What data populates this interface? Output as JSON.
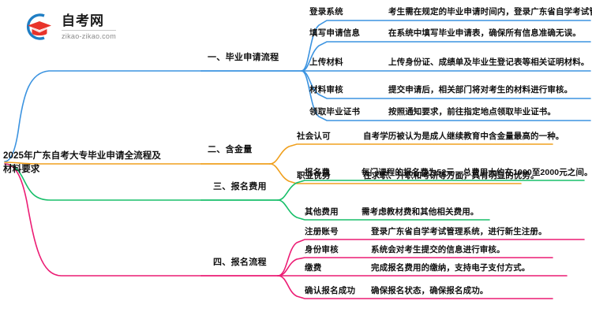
{
  "logo": {
    "name_cn": "自考网",
    "url": "zikao-zikao.com",
    "mark_icon": "graduation-cap-icon",
    "arc_color": "#1f7ec4",
    "cap_color": "#e8332a"
  },
  "central_topic": "2025年广东自考大专毕业申请全流程及材料要求",
  "branches": [
    {
      "label": "一、毕业申请流程",
      "color": "#3b93e0",
      "items": [
        {
          "key": "登录系统",
          "value": "考生需在规定的毕业申请时间内，登录广东省自学考试管理系统。"
        },
        {
          "key": "填写申请信息",
          "value": "在系统中填写毕业申请表，确保所有信息准确无误。"
        },
        {
          "key": "上传材料",
          "value": "上传身份证、成绩单及毕业生登记表等相关证明材料。"
        },
        {
          "key": "材料审核",
          "value": "提交申请后，相关部门将对考生的材料进行审核。"
        },
        {
          "key": "领取毕业证书",
          "value": "按照通知要求，前往指定地点领取毕业证书。"
        }
      ]
    },
    {
      "label": "二、含金量",
      "color": "#f0a01e",
      "items": [
        {
          "key": "社会认可",
          "value": "自考学历被认为是成人继续教育中含金量最高的一种。"
        },
        {
          "key": "职业优势",
          "value": "在求职、升职和考研等方面，具有明显的优势。"
        }
      ]
    },
    {
      "label": "三、报名费用",
      "color": "#18bf6a",
      "items": [
        {
          "key": "报名费",
          "value": "每门课程的报名费为52元，总费用大约在1000至2000元之间。"
        },
        {
          "key": "其他费用",
          "value": "需考虑教材费和其他相关费用。"
        }
      ]
    },
    {
      "label": "四、报名流程",
      "color": "#ec1c74",
      "items": [
        {
          "key": "注册账号",
          "value": "登录广东省自学考试管理系统，进行新生注册。"
        },
        {
          "key": "身份审核",
          "value": "系统会对考生提交的信息进行审核。"
        },
        {
          "key": "缴费",
          "value": "完成报名费用的缴纳，支持电子支付方式。"
        },
        {
          "key": "确认报名成功",
          "value": "确保报名状态，确保报名成功。"
        }
      ]
    }
  ]
}
